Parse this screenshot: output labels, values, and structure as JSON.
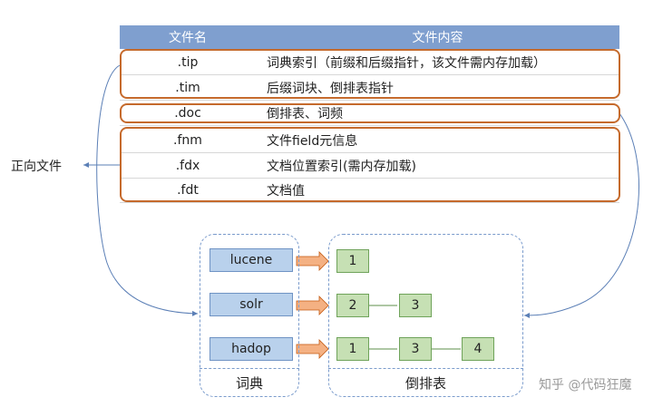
{
  "table": {
    "headers": {
      "name": "文件名",
      "content": "文件内容"
    },
    "rows": [
      {
        "ext": ".tip",
        "desc": "词典索引（前缀和后缀指针，该文件需内存加载）"
      },
      {
        "ext": ".tim",
        "desc": "后缀词块、倒排表指针"
      },
      {
        "ext": ".doc",
        "desc": "倒排表、词频"
      },
      {
        "ext": ".fnm",
        "desc": "文件field元信息"
      },
      {
        "ext": ".fdx",
        "desc": "文档位置索引(需内存加载)"
      },
      {
        "ext": ".fdt",
        "desc": "文档值"
      }
    ]
  },
  "side_label": "正向文件",
  "dictionary": {
    "caption": "词典",
    "terms": [
      "lucene",
      "solr",
      "hadop"
    ]
  },
  "postings": {
    "caption": "倒排表",
    "lists": [
      [
        "1"
      ],
      [
        "2",
        "3"
      ],
      [
        "1",
        "3",
        "4"
      ]
    ]
  },
  "watermark": "知乎 @代码狂魔",
  "colors": {
    "header_bg": "#7f9fcf",
    "group_border": "#c56a2c",
    "dashed_border": "#7a9bcc",
    "term_fill": "#b9d1ec",
    "posting_fill": "#c6e0b4",
    "arrow_fill": "#f4b183"
  }
}
